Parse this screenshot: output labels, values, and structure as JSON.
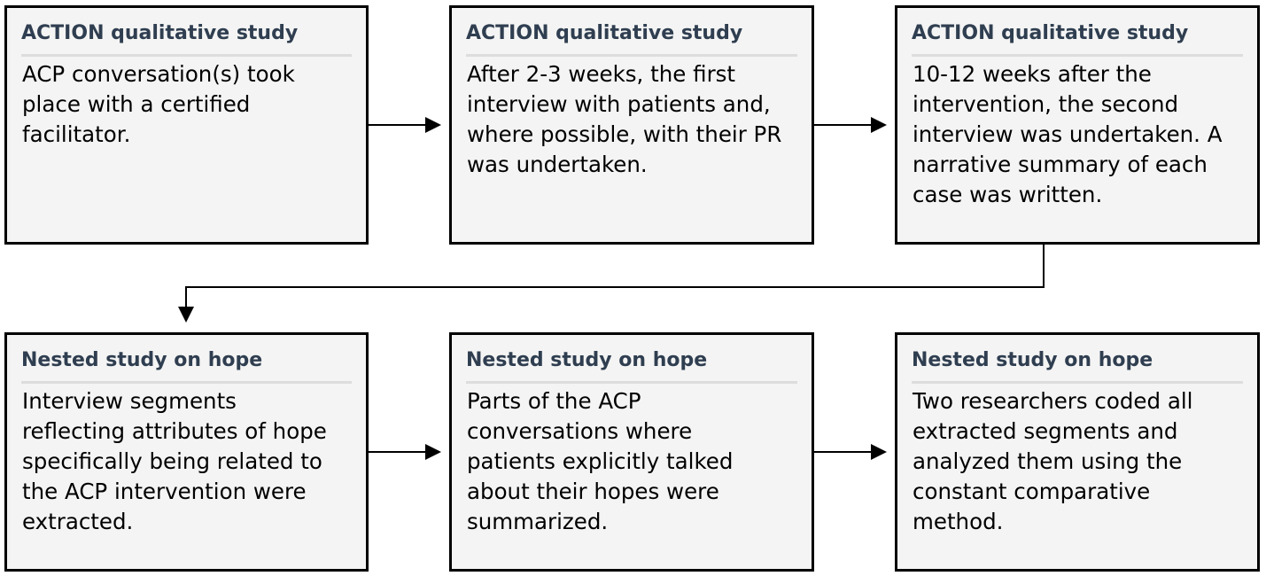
{
  "colors": {
    "title": "#2f3e50",
    "box_fill": "#f4f4f4",
    "border": "#000000",
    "divider": "#dddddd"
  },
  "steps": [
    {
      "title": "ACTION qualitative study",
      "lines": [
        "ACP conversation(s) took",
        "place with a certified",
        "facilitator."
      ]
    },
    {
      "title": "ACTION qualitative study",
      "lines": [
        "After 2-3 weeks, the first",
        "interview with patients and,",
        "where possible, with their PR",
        "was undertaken."
      ]
    },
    {
      "title": "ACTION qualitative study",
      "lines": [
        "10-12 weeks after the",
        "intervention, the second",
        "interview was undertaken. A",
        "narrative summary of each",
        "case was written."
      ]
    },
    {
      "title": "Nested study on hope",
      "lines": [
        "Interview segments",
        "reflecting attributes of hope",
        "specifically being related to",
        "the ACP intervention were",
        "extracted."
      ]
    },
    {
      "title": "Nested study on hope",
      "lines": [
        "Parts of the ACP",
        "conversations where",
        "patients explicitly talked",
        "about their hopes were",
        "summarized."
      ]
    },
    {
      "title": "Nested study on hope",
      "lines": [
        "Two researchers coded all",
        "extracted segments and",
        "analyzed them using the",
        "constant comparative",
        "method."
      ]
    }
  ]
}
